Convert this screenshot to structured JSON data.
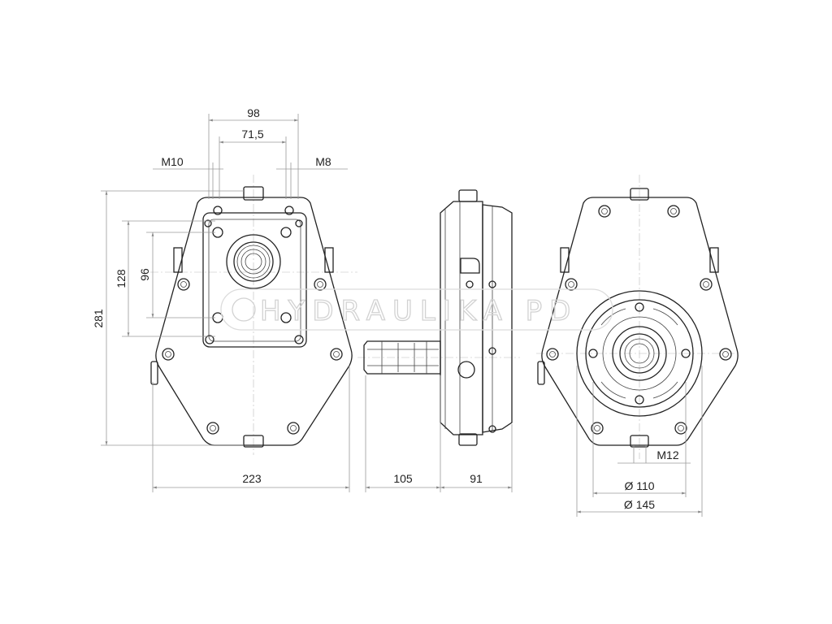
{
  "drawing": {
    "watermark": "HYDRAULIKA PD",
    "dimensions": {
      "width_98": "98",
      "width_71_5": "71,5",
      "thread_m10": "M10",
      "thread_m8": "M8",
      "height_128": "128",
      "height_96": "96",
      "height_281": "281",
      "width_223": "223",
      "length_105": "105",
      "length_91": "91",
      "thread_m12": "M12",
      "dia_110": "Ø 110",
      "dia_145": "Ø 145"
    }
  }
}
